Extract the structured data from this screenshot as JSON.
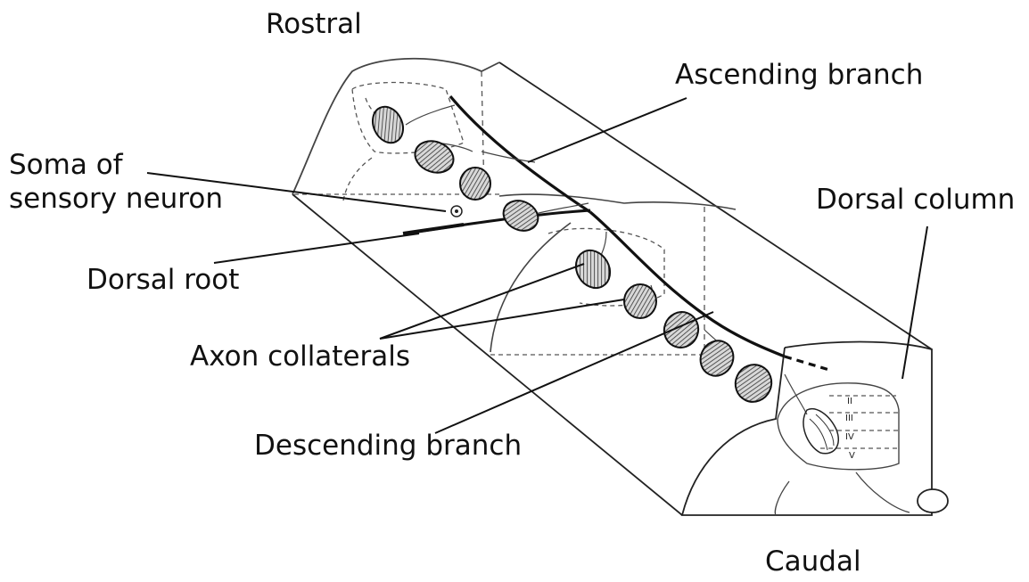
{
  "labels": {
    "rostral": "Rostral",
    "ascending_branch": "Ascending branch",
    "soma_line1": "Soma of",
    "soma_line2": "sensory neuron",
    "dorsal_column": "Dorsal column",
    "dorsal_root": "Dorsal root",
    "axon_collaterals": "Axon collaterals",
    "descending_branch": "Descending branch",
    "caudal": "Caudal"
  },
  "laminae": [
    "II",
    "III",
    "IV",
    "V"
  ],
  "colors": {
    "line": "#222222",
    "text": "#111111",
    "background": "#ffffff"
  }
}
